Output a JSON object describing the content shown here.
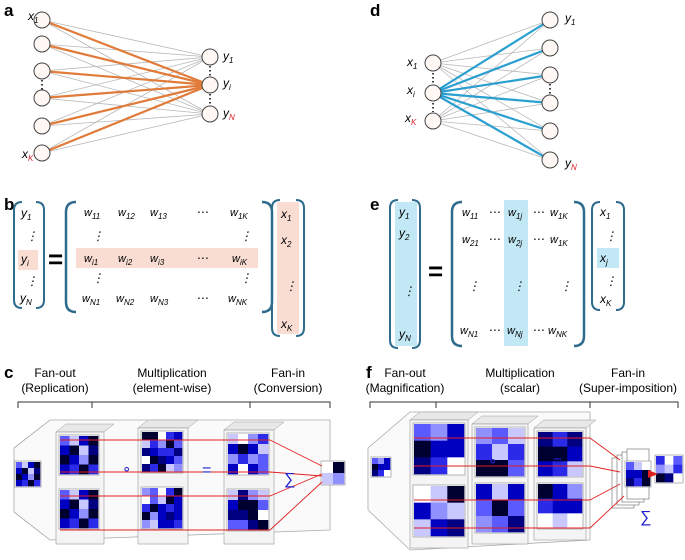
{
  "panel_labels": {
    "a": "a",
    "b": "b",
    "c": "c",
    "d": "d",
    "e": "e",
    "f": "f"
  },
  "colors": {
    "fan_in_edges": "#e07b39",
    "fan_out_edges": "#2a9fd0",
    "thin_edges": "#b8b8b8",
    "node_fill": "#fff8f4",
    "bracket": "#2f6b8c",
    "row_highlight": "#f9ddd3",
    "col_highlight": "#c3e8f5",
    "red_index": "#e0202a",
    "grid_dark": "#000060",
    "grid_mid": "#2020e0",
    "grid_light": "#b0b0ff",
    "lines_red": "#e02020",
    "operator_blue": "#2020d0"
  },
  "panel_a": {
    "x1": "x",
    "x1_sub": "1",
    "xK": "x",
    "xK_sub": "K",
    "y1": "y",
    "y1_sub": "1",
    "yi": "y",
    "yi_sub": "i",
    "yN": "y",
    "yN_sub": "N"
  },
  "panel_d": {
    "x1": "x",
    "x1_sub": "1",
    "xi": "x",
    "xi_sub": "i",
    "xK": "x",
    "xK_sub": "K",
    "y1": "y",
    "y1_sub": "1",
    "yN": "y",
    "yN_sub": "N"
  },
  "panel_b": {
    "equals": "=",
    "dots_v": "⋮",
    "dots_h": "⋯",
    "y_vector": [
      {
        "b": "y",
        "s": "1"
      },
      {
        "b": "y",
        "s": "i"
      },
      {
        "b": "y",
        "s": "N"
      }
    ],
    "x_vector": [
      {
        "b": "x",
        "s": "1"
      },
      {
        "b": "x",
        "s": "2"
      },
      {
        "b": "x",
        "s": "K"
      }
    ],
    "w_row1": [
      {
        "b": "w",
        "s": "11"
      },
      {
        "b": "w",
        "s": "12"
      },
      {
        "b": "w",
        "s": "13"
      },
      {
        "b": "w",
        "s": "1K"
      }
    ],
    "w_rowi": [
      {
        "b": "w",
        "s": "i1"
      },
      {
        "b": "w",
        "s": "i2"
      },
      {
        "b": "w",
        "s": "i3"
      },
      {
        "b": "w",
        "s": "iK"
      }
    ],
    "w_rowN": [
      {
        "b": "w",
        "s": "N1"
      },
      {
        "b": "w",
        "s": "N2"
      },
      {
        "b": "w",
        "s": "N3"
      },
      {
        "b": "w",
        "s": "NK"
      }
    ]
  },
  "panel_e": {
    "equals": "=",
    "dots_v": "⋮",
    "dots_h": "⋯",
    "y_vector": [
      {
        "b": "y",
        "s": "1"
      },
      {
        "b": "y",
        "s": "2"
      },
      {
        "b": "y",
        "s": "N"
      }
    ],
    "x_vector": [
      {
        "b": "x",
        "s": "1"
      },
      {
        "b": "x",
        "s": "j"
      },
      {
        "b": "x",
        "s": "K"
      }
    ],
    "w_row1": [
      {
        "b": "w",
        "s": "11"
      },
      {
        "b": "w",
        "s": "1j"
      },
      {
        "b": "w",
        "s": "1K"
      }
    ],
    "w_row2": [
      {
        "b": "w",
        "s": "21"
      },
      {
        "b": "w",
        "s": "2j"
      },
      {
        "b": "w",
        "s": "1K"
      }
    ],
    "w_rowN": [
      {
        "b": "w",
        "s": "N1"
      },
      {
        "b": "w",
        "s": "Nj"
      },
      {
        "b": "w",
        "s": "NK"
      }
    ]
  },
  "panel_c": {
    "fanout_line1": "Fan-out",
    "fanout_line2": "(Replication)",
    "mult_line1": "Multiplication",
    "mult_line2": "(element-wise)",
    "fanin_line1": "Fan-in",
    "fanin_line2": "(Conversion)",
    "hadamard": "∘",
    "equals": "=",
    "sum": "∑"
  },
  "panel_f": {
    "fanout_line1": "Fan-out",
    "fanout_line2": "(Magnification)",
    "mult_line1": "Multiplication",
    "mult_line2": "(scalar)",
    "fanin_line1": "Fan-in",
    "fanin_line2": "(Super-imposition)",
    "hadamard": "∘",
    "equals": "=",
    "sum": "∑"
  }
}
